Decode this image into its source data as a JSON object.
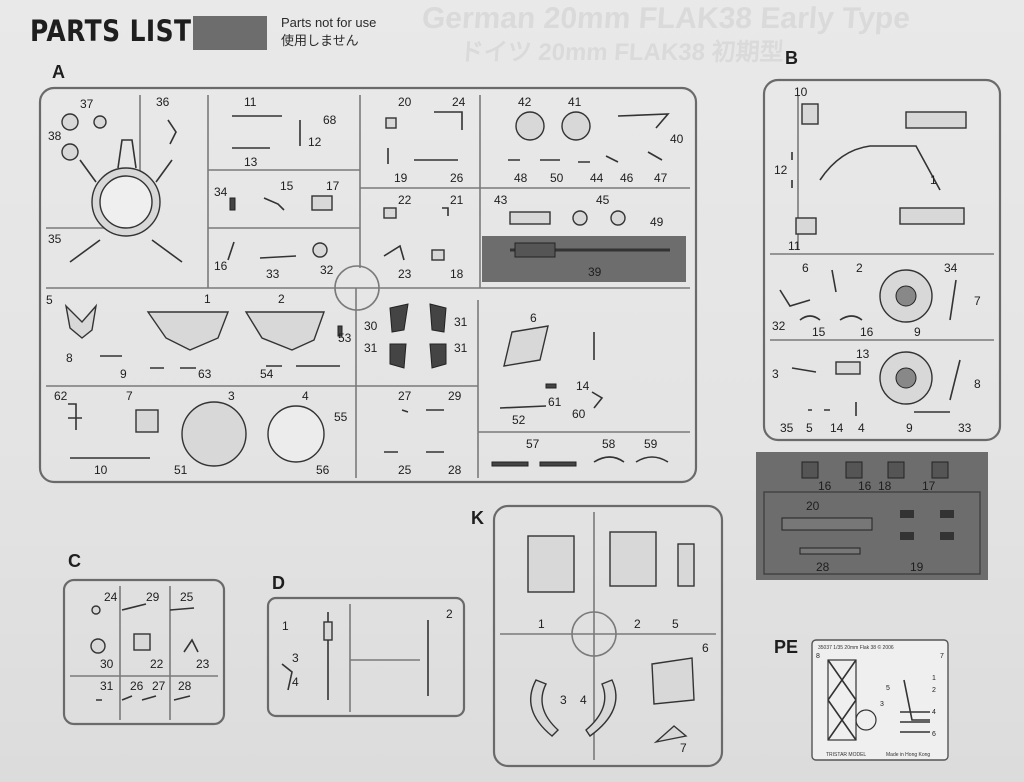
{
  "header": {
    "title": "PARTS LIST",
    "legend_line1": "Parts not for use",
    "legend_line2": "使用しません",
    "legend_color": "#6d6d6d",
    "background_text_line1": "German 20mm FLAK38 Early Type",
    "background_text_line2": "ドイツ 20mm FLAK38 初期型"
  },
  "sprues": {
    "A": {
      "letter": "A",
      "labels": [
        "37",
        "36",
        "38",
        "35",
        "11",
        "68",
        "12",
        "13",
        "34",
        "15",
        "17",
        "16",
        "33",
        "32",
        "20",
        "24",
        "19",
        "26",
        "22",
        "21",
        "23",
        "18",
        "42",
        "41",
        "40",
        "48",
        "50",
        "44",
        "46",
        "47",
        "43",
        "45",
        "49",
        "39",
        "5",
        "1",
        "2",
        "53",
        "8",
        "9",
        "63",
        "54",
        "30",
        "31",
        "31",
        "31",
        "6",
        "61",
        "14",
        "60",
        "52",
        "62",
        "7",
        "3",
        "4",
        "55",
        "10",
        "51",
        "56",
        "27",
        "29",
        "25",
        "28",
        "57",
        "58",
        "59"
      ]
    },
    "B": {
      "letter": "B",
      "labels": [
        "10",
        "1",
        "12",
        "11",
        "6",
        "2",
        "34",
        "7",
        "32",
        "15",
        "16",
        "9",
        "3",
        "13",
        "8",
        "35",
        "5",
        "14",
        "4",
        "9",
        "33"
      ]
    },
    "B_unused": {
      "labels": [
        "16",
        "16",
        "18",
        "17",
        "20",
        "28",
        "19"
      ]
    },
    "C": {
      "letter": "C",
      "labels": [
        "24",
        "29",
        "25",
        "30",
        "22",
        "23",
        "31",
        "26",
        "27",
        "28"
      ]
    },
    "D": {
      "letter": "D",
      "labels": [
        "1",
        "2",
        "3",
        "4"
      ]
    },
    "K": {
      "letter": "K",
      "labels": [
        "1",
        "2",
        "5",
        "6",
        "3",
        "4",
        "7"
      ]
    },
    "PE": {
      "letter": "PE",
      "header_text": "35037 1/35 20mm Flak 38 © 2006",
      "footer_left": "TRISTAR MODEL",
      "footer_right": "Made in Hong Kong",
      "labels": [
        "8",
        "7",
        "1",
        "2",
        "3",
        "4",
        "5",
        "6"
      ]
    }
  }
}
